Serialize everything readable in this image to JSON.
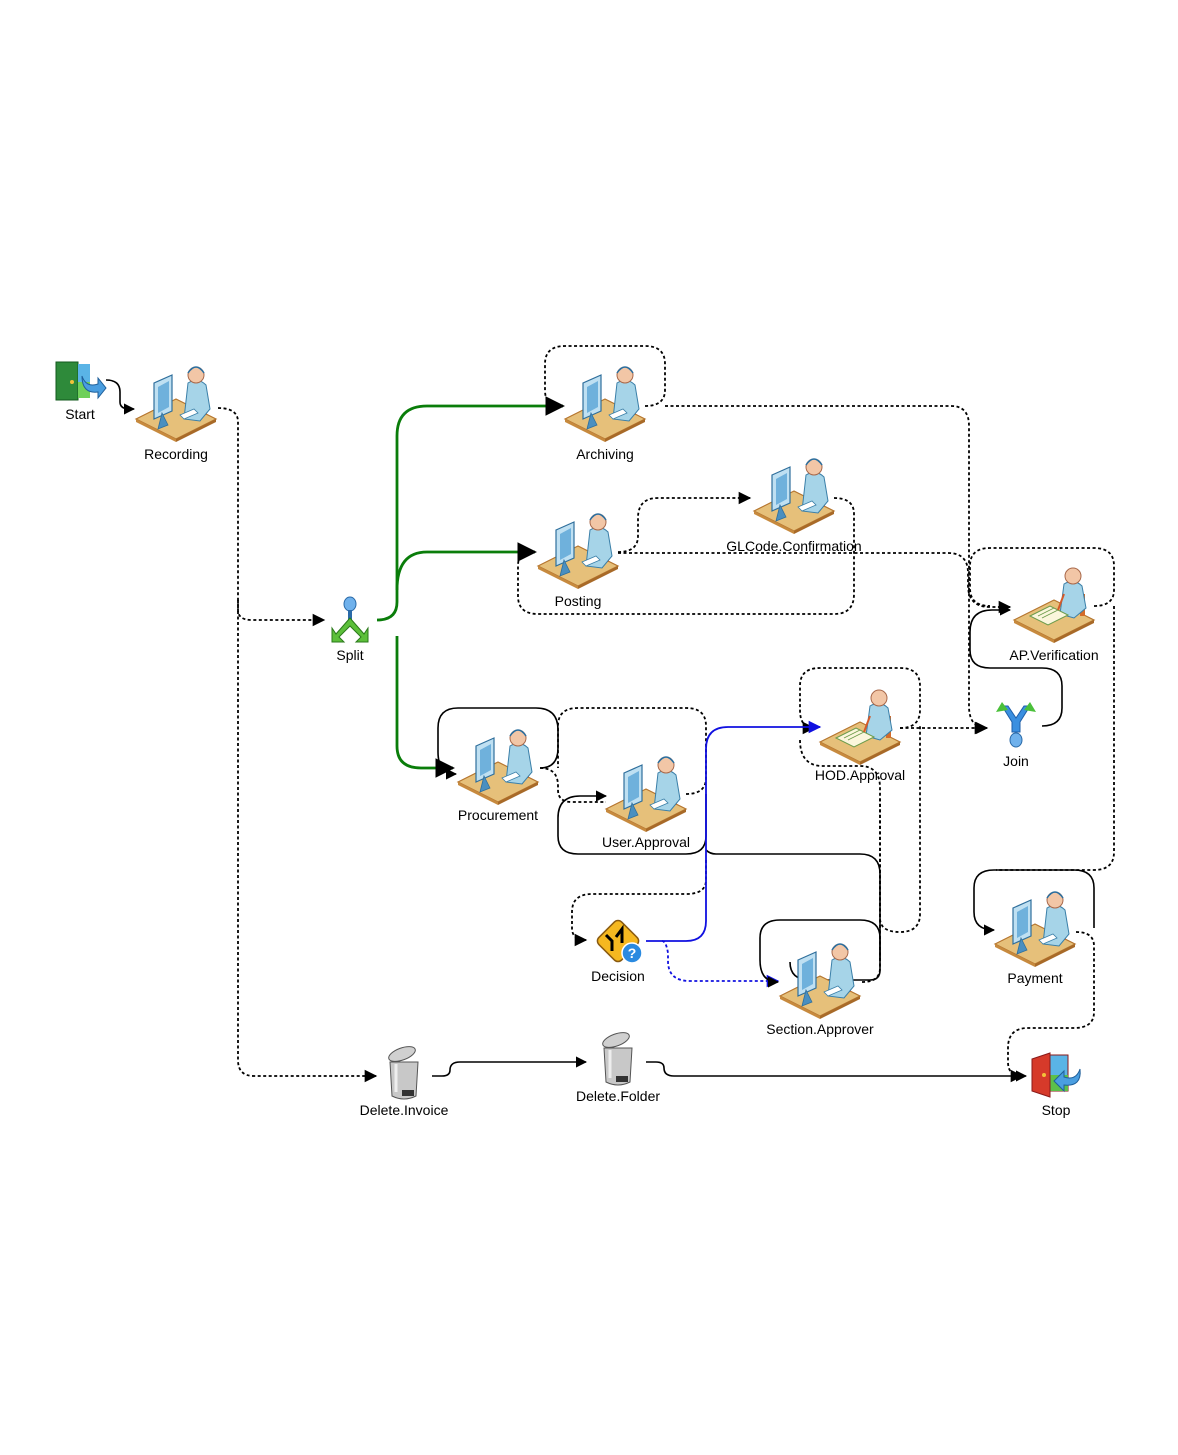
{
  "diagram": {
    "type": "workflow",
    "nodes": [
      {
        "id": "start",
        "label": "Start",
        "icon": "start-door-icon"
      },
      {
        "id": "recording",
        "label": "Recording",
        "icon": "user-task-icon"
      },
      {
        "id": "split",
        "label": "Split",
        "icon": "split-icon"
      },
      {
        "id": "archiving",
        "label": "Archiving",
        "icon": "user-task-icon"
      },
      {
        "id": "posting",
        "label": "Posting",
        "icon": "user-task-icon"
      },
      {
        "id": "glcode",
        "label": "GLCode.Confirmation",
        "icon": "user-task-icon"
      },
      {
        "id": "apverification",
        "label": "AP.Verification",
        "icon": "approval-task-icon"
      },
      {
        "id": "join",
        "label": "Join",
        "icon": "join-icon"
      },
      {
        "id": "hodapproval",
        "label": "HOD.Approval",
        "icon": "approval-task-icon"
      },
      {
        "id": "procurement",
        "label": "Procurement",
        "icon": "user-task-icon"
      },
      {
        "id": "userapproval",
        "label": "User.Approval",
        "icon": "user-task-icon"
      },
      {
        "id": "decision",
        "label": "Decision",
        "icon": "decision-icon"
      },
      {
        "id": "sectionapprover",
        "label": "Section.Approver",
        "icon": "user-task-icon"
      },
      {
        "id": "payment",
        "label": "Payment",
        "icon": "user-task-icon"
      },
      {
        "id": "deleteinvoice",
        "label": "Delete.Invoice",
        "icon": "trash-can-icon"
      },
      {
        "id": "deletefolder",
        "label": "Delete.Folder",
        "icon": "trash-can-icon"
      },
      {
        "id": "stop",
        "label": "Stop",
        "icon": "stop-door-icon"
      }
    ],
    "edges": [
      {
        "from": "start",
        "to": "recording",
        "style": "solid",
        "color": "#000000"
      },
      {
        "from": "recording",
        "to": "split",
        "style": "dashed",
        "color": "#000000"
      },
      {
        "from": "recording",
        "to": "deleteinvoice",
        "style": "dashed",
        "color": "#000000"
      },
      {
        "from": "split",
        "to": "archiving",
        "style": "solid",
        "color": "#0a7d0a"
      },
      {
        "from": "split",
        "to": "posting",
        "style": "solid",
        "color": "#0a7d0a"
      },
      {
        "from": "split",
        "to": "procurement",
        "style": "solid",
        "color": "#0a7d0a"
      },
      {
        "from": "archiving",
        "to": "archiving",
        "style": "dashed",
        "color": "#000000"
      },
      {
        "from": "archiving",
        "to": "join",
        "style": "dashed",
        "color": "#000000"
      },
      {
        "from": "posting",
        "to": "glcode",
        "style": "dashed",
        "color": "#000000"
      },
      {
        "from": "posting",
        "to": "apverification",
        "style": "dashed",
        "color": "#000000"
      },
      {
        "from": "glcode",
        "to": "posting",
        "style": "dashed",
        "color": "#000000"
      },
      {
        "from": "apverification",
        "to": "apverification",
        "style": "dashed",
        "color": "#000000"
      },
      {
        "from": "apverification",
        "to": "payment",
        "style": "dashed",
        "color": "#000000"
      },
      {
        "from": "join",
        "to": "apverification",
        "style": "solid",
        "color": "#000000"
      },
      {
        "from": "procurement",
        "to": "procurement",
        "style": "solid",
        "color": "#000000"
      },
      {
        "from": "procurement",
        "to": "userapproval",
        "style": "dashed",
        "color": "#000000"
      },
      {
        "from": "userapproval",
        "to": "userapproval",
        "style": "solid",
        "color": "#000000"
      },
      {
        "from": "userapproval",
        "to": "procurement",
        "style": "dashed",
        "color": "#000000"
      },
      {
        "from": "userapproval",
        "to": "decision",
        "style": "dashed",
        "color": "#000000"
      },
      {
        "from": "decision",
        "to": "hodapproval",
        "style": "solid",
        "color": "#1010e0"
      },
      {
        "from": "decision",
        "to": "sectionapprover",
        "style": "dashed",
        "color": "#1010e0"
      },
      {
        "from": "hodapproval",
        "to": "hodapproval",
        "style": "dashed",
        "color": "#000000"
      },
      {
        "from": "hodapproval",
        "to": "join",
        "style": "dashed",
        "color": "#000000"
      },
      {
        "from": "sectionapprover",
        "to": "sectionapprover",
        "style": "solid",
        "color": "#000000"
      },
      {
        "from": "sectionapprover",
        "to": "hodapproval",
        "style": "dashed",
        "color": "#000000"
      },
      {
        "from": "payment",
        "to": "payment",
        "style": "solid",
        "color": "#000000"
      },
      {
        "from": "payment",
        "to": "stop",
        "style": "dashed",
        "color": "#000000"
      },
      {
        "from": "deleteinvoice",
        "to": "deletefolder",
        "style": "solid",
        "color": "#000000"
      },
      {
        "from": "deletefolder",
        "to": "stop",
        "style": "solid",
        "color": "#000000"
      }
    ]
  }
}
